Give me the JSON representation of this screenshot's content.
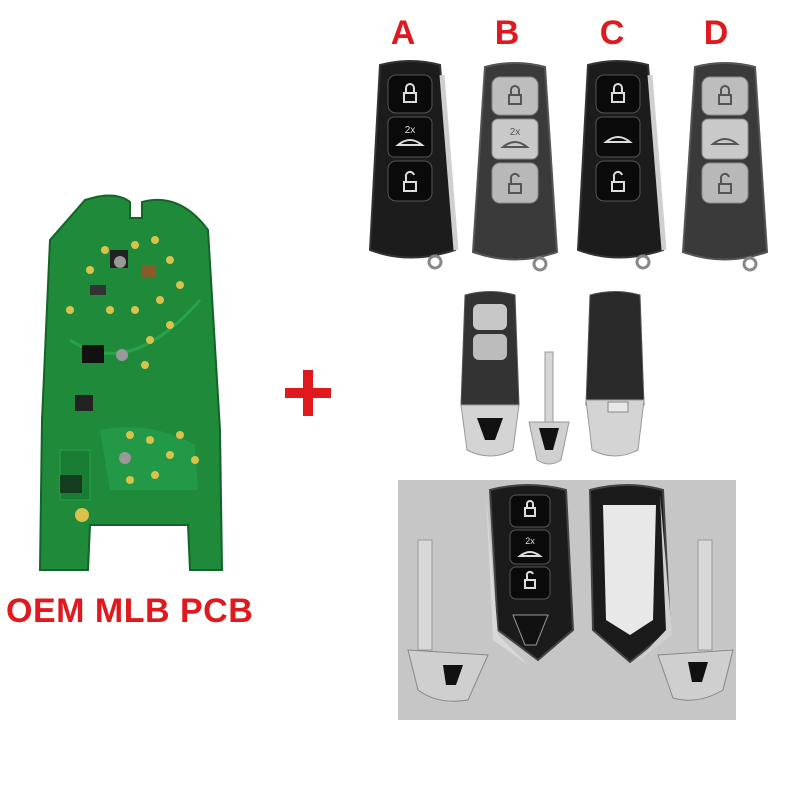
{
  "variants": [
    {
      "letter": "A",
      "finish": "glossy-black",
      "icons": [
        "lock-icon",
        "trunk-icon",
        "unlock-icon"
      ],
      "trunk_label": "2x"
    },
    {
      "letter": "B",
      "finish": "grey-chrome",
      "icons": [
        "lock-icon",
        "trunk-icon",
        "unlock-icon"
      ],
      "trunk_label": "2x"
    },
    {
      "letter": "C",
      "finish": "glossy-black",
      "icons": [
        "lock-icon",
        "trunk-icon",
        "unlock-icon"
      ],
      "trunk_label": ""
    },
    {
      "letter": "D",
      "finish": "grey-chrome",
      "icons": [
        "lock-icon",
        "trunk-icon",
        "unlock-icon"
      ],
      "trunk_label": ""
    }
  ],
  "detail_photo": {
    "trunk_label": "2x"
  },
  "caption": "OEM MLB PCB",
  "colors": {
    "accent": "#e0191e",
    "pcb_green": "#1e8a3a",
    "pad_gold": "#d9c24a"
  }
}
